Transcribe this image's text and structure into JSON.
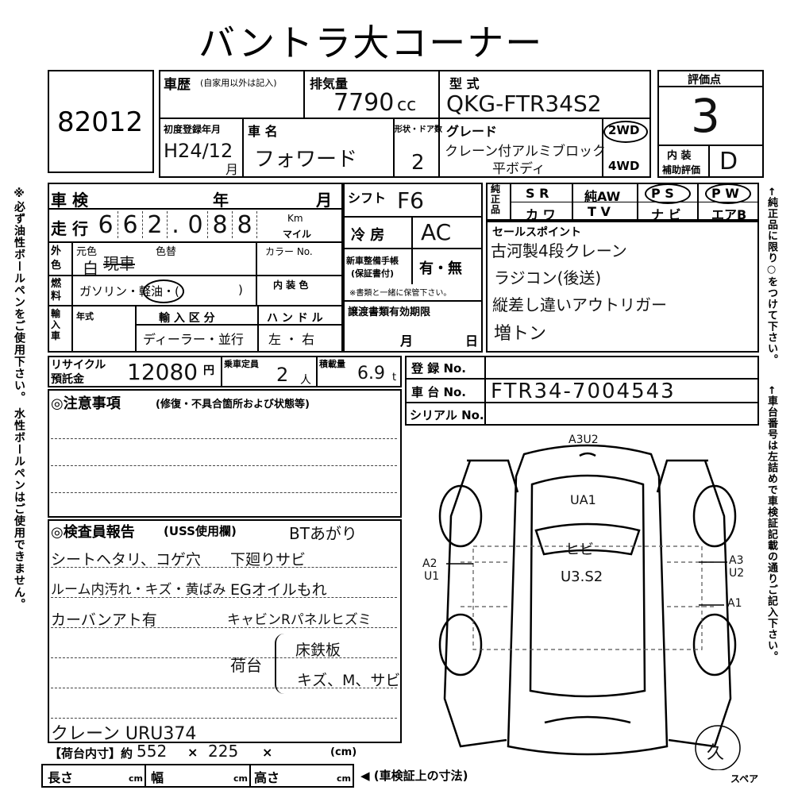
{
  "title": "バントラ大コーナー",
  "lot_number": "82012",
  "history": {
    "label": "車歴",
    "note": "(自家用以外は記入)"
  },
  "displacement": {
    "label": "排気量",
    "value": "7790",
    "unit": "cc"
  },
  "model": {
    "label": "型 式",
    "value": "QKG-FTR34S2"
  },
  "score": {
    "label": "評価点",
    "value": "3",
    "interior_label": "内 装",
    "support_label": "補助評価",
    "interior_value": "D"
  },
  "first_reg": {
    "label": "初度登録年月",
    "value": "H24/12",
    "unit": "月"
  },
  "car_name": {
    "label": "車 名",
    "value": "フォワード"
  },
  "doors": {
    "label": "形状・ドア数",
    "value": "2"
  },
  "grade": {
    "label": "グレード",
    "value_line1": "クレーン付アルミブロック",
    "value_line2": "平ボディ"
  },
  "drive": {
    "opt1": "2WD",
    "opt2": "4WD"
  },
  "inspection": {
    "label": "車 検",
    "year": "年",
    "month": "月"
  },
  "mileage": {
    "label": "走 行",
    "digits": [
      "6",
      "6",
      "2",
      ".",
      "0",
      "8",
      "8"
    ],
    "unit1": "Km",
    "unit2": "マイル"
  },
  "color": {
    "label": "外 色",
    "label2": "元色",
    "value": "白",
    "struck": "現車",
    "change": "色替",
    "code_label": "カラー No."
  },
  "interior_color": {
    "label": "内 装 色"
  },
  "fuel": {
    "label": "燃 料",
    "value": "ガソリン・軽油・(",
    "close": ")"
  },
  "import": {
    "label": "輸入車",
    "year": "年式",
    "section": "輸 入 区 分",
    "type": "ディーラー・並行",
    "handle": "ハ ン ド ル",
    "lr": "左 ・ 右"
  },
  "shift": {
    "label": "シフト",
    "value": "F6"
  },
  "ac": {
    "label": "冷 房",
    "value": "AC"
  },
  "manual": {
    "label1": "新車整備手帳",
    "label2": "(保証書付)",
    "choice": "有・無",
    "note": "※書類と一緒に保管下さい。"
  },
  "transfer": {
    "label": "譲渡書類有効期限",
    "month": "月",
    "day": "日"
  },
  "equipment": {
    "row1": [
      "純 正 品",
      "S R",
      "純AW",
      "P S",
      "P W"
    ],
    "row2": [
      "カ ワ",
      "T V",
      "ナ ビ",
      "エアB"
    ]
  },
  "sales_points": {
    "label": "セールスポイント",
    "lines": [
      "古河製4段クレーン",
      "ラジコン(後送)",
      "縦差し違いアウトリガー",
      "増トン"
    ]
  },
  "recycle": {
    "label1": "リサイクル",
    "label2": "預託金",
    "value": "12080",
    "unit": "円"
  },
  "capacity": {
    "label": "乗車定員",
    "value": "2",
    "unit": "人"
  },
  "load": {
    "label": "積載量",
    "value": "6.9",
    "unit": "t"
  },
  "registration": {
    "label": "登 録 No."
  },
  "chassis": {
    "label": "車 台 No.",
    "value": "FTR34-7004543"
  },
  "serial": {
    "label": "シリアル No."
  },
  "notes": {
    "label": "◎注意事項",
    "sub": "(修復・不具合箇所および状態等)"
  },
  "inspector": {
    "label": "◎検査員報告",
    "sub": "(USS使用欄)",
    "header_note": "BTあがり",
    "left": [
      "シートヘタリ、コゲ穴",
      "ルーム内汚れ・キズ・黄ばみ",
      "カーバンアト有"
    ],
    "right": [
      "下廻りサビ",
      "EGオイルもれ",
      "キャビンRパネルヒズミ"
    ],
    "bed_label": "荷台",
    "bed1": "床鉄板",
    "bed2": "キズ、M、サビ",
    "crane": "クレーン URU374"
  },
  "bed_dims": {
    "label": "【荷台内寸】約",
    "l": "552",
    "x1": "×",
    "w": "225",
    "x2": "×",
    "unit": "(cm)"
  },
  "dims": {
    "l": "長さ",
    "w": "幅",
    "h": "高さ",
    "cm": "cm",
    "note": "◀ (車検証上の寸法)"
  },
  "diagram": {
    "top": "A3U2",
    "ua1": "UA1",
    "hibi": "ヒビ",
    "u3s2": "U3.S2",
    "left_a2": "A2",
    "left_u1": "U1",
    "right_a3": "A3",
    "right_u2": "U2",
    "right_a1": "A1",
    "spare": "スペア",
    "stamp": "久"
  },
  "side_left": "※必ず油性ボールペンをご使用下さい。 水性ボールペンはご使用できません。",
  "side_right1": "←純正品に限り○をつけて下さい。",
  "side_right2": "←車台番号は左詰めで車検証記載の通りご記入下さい。"
}
